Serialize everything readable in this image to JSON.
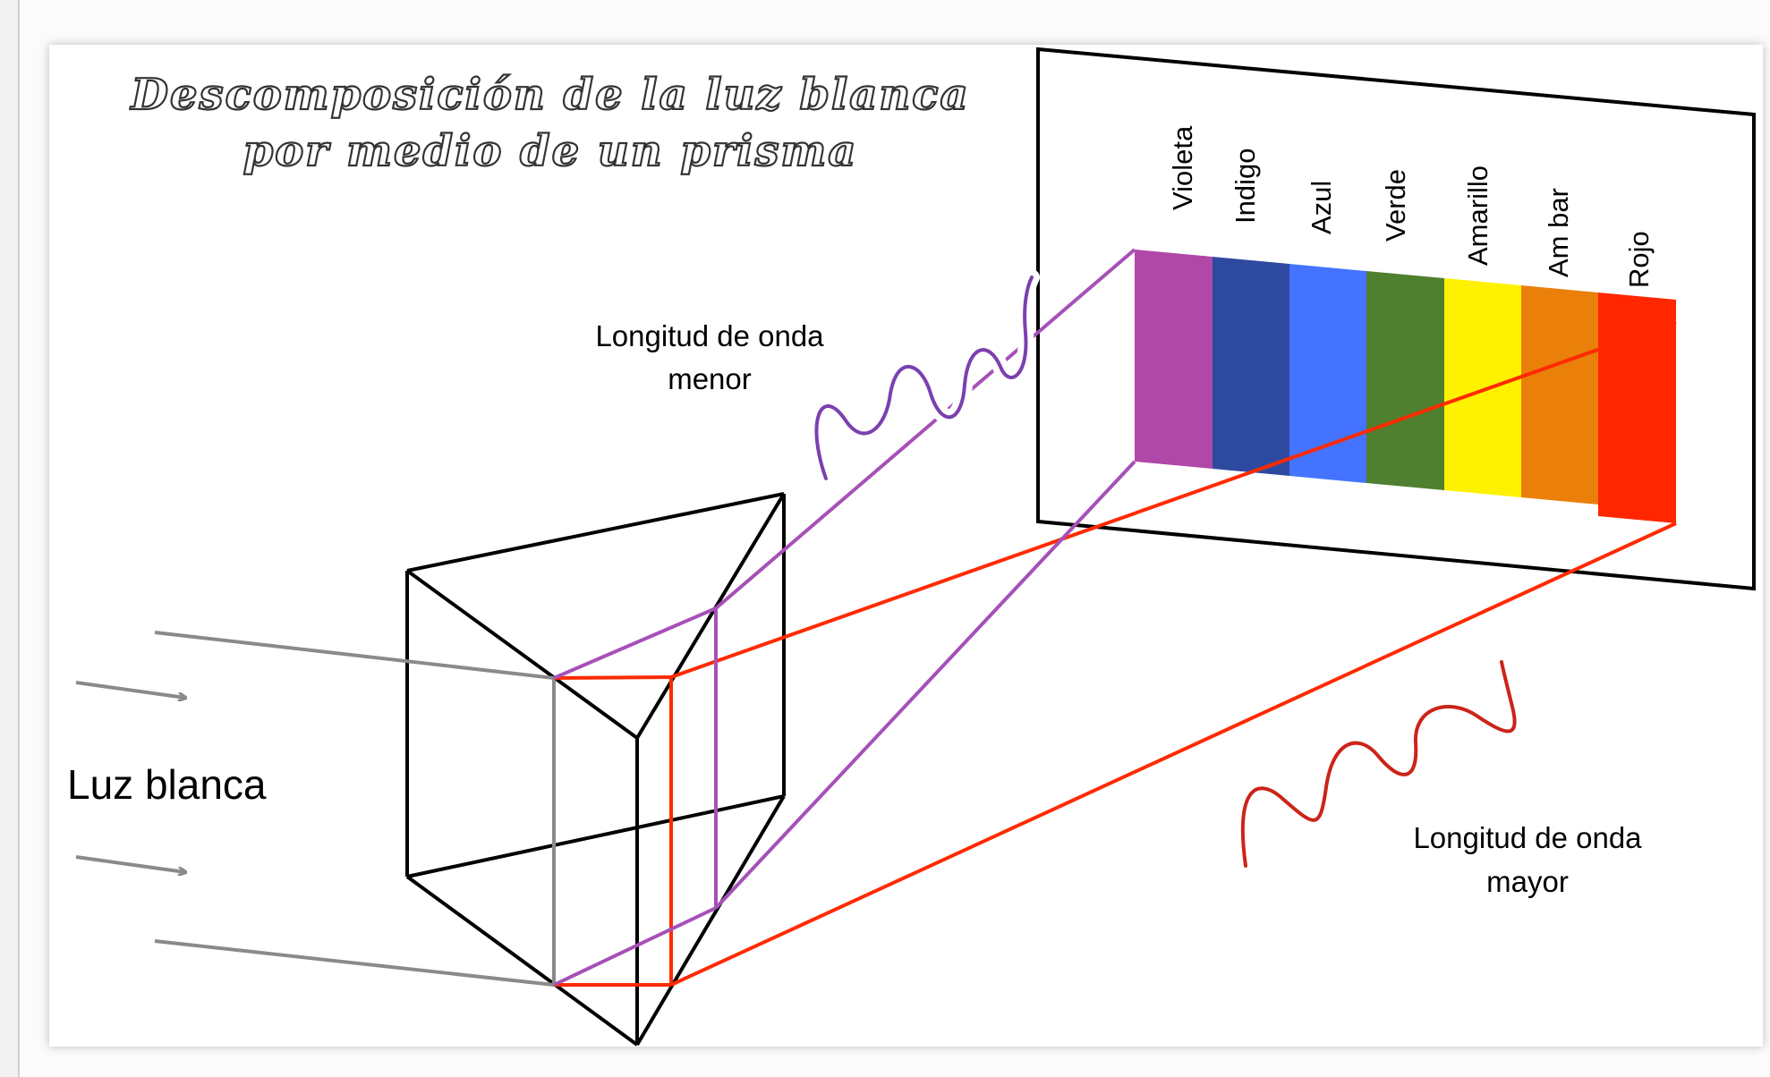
{
  "title": {
    "line1": "Descomposición de la luz blanca",
    "line2": "por medio de un prisma"
  },
  "spectrum": {
    "bands": [
      {
        "name": "Violeta",
        "color": "#b048a8"
      },
      {
        "name": "Indigo",
        "color": "#2e4aa0"
      },
      {
        "name": "Azul",
        "color": "#4474ff"
      },
      {
        "name": "Verde",
        "color": "#4f8030"
      },
      {
        "name": "Amarillo",
        "color": "#fff200"
      },
      {
        "name": "Am bar",
        "color": "#ea7f0a"
      },
      {
        "name": "Rojo",
        "color": "#ff2600"
      }
    ]
  },
  "labels": {
    "white_light": "Luz blanca",
    "short_wave_line1": "Longitud de onda",
    "short_wave_line2": "menor",
    "long_wave_line1": "Longitud de onda",
    "long_wave_line2": "mayor"
  },
  "colors": {
    "violet_ray": "#a650b8",
    "red_ray": "#ff2a00",
    "incoming_ray": "#8a8a8a",
    "short_wave": "#7b40b0",
    "long_wave": "#cc2418"
  }
}
